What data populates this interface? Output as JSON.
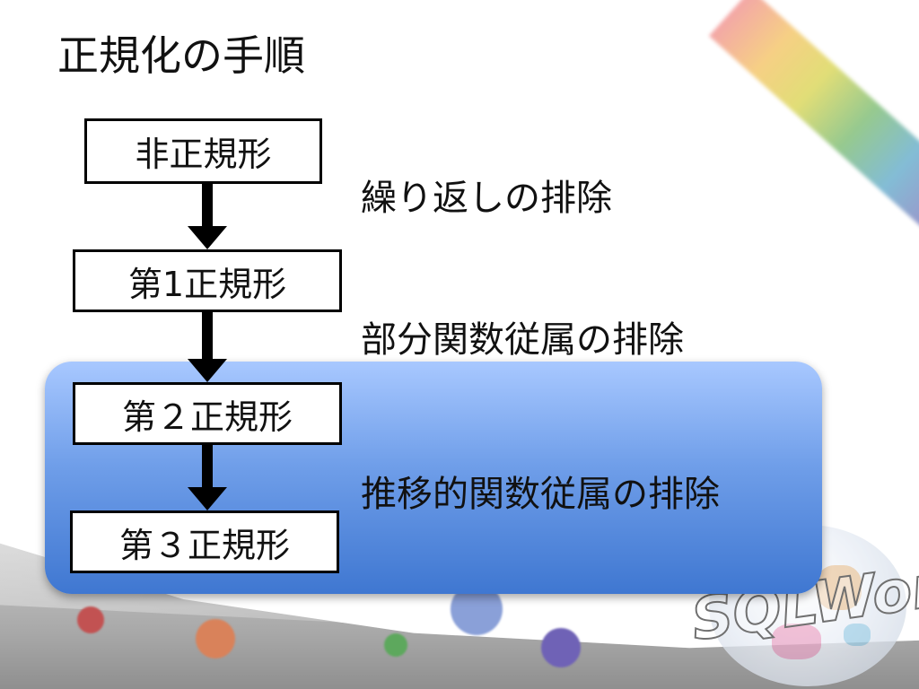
{
  "slide": {
    "title": "正規化の手順",
    "stages": [
      {
        "label": "非正規形"
      },
      {
        "label": "第1正規形"
      },
      {
        "label": "第２正規形"
      },
      {
        "label": "第３正規形"
      }
    ],
    "steps": [
      {
        "label": "繰り返しの排除"
      },
      {
        "label": "部分関数従属の排除"
      },
      {
        "label": "推移的関数従属の排除"
      }
    ],
    "logo": {
      "text": "SQLWorld"
    },
    "colors": {
      "panel_top": "#a8c8ff",
      "panel_bottom": "#3f77d1",
      "arrow": "#000000",
      "box_border": "#000000"
    }
  }
}
